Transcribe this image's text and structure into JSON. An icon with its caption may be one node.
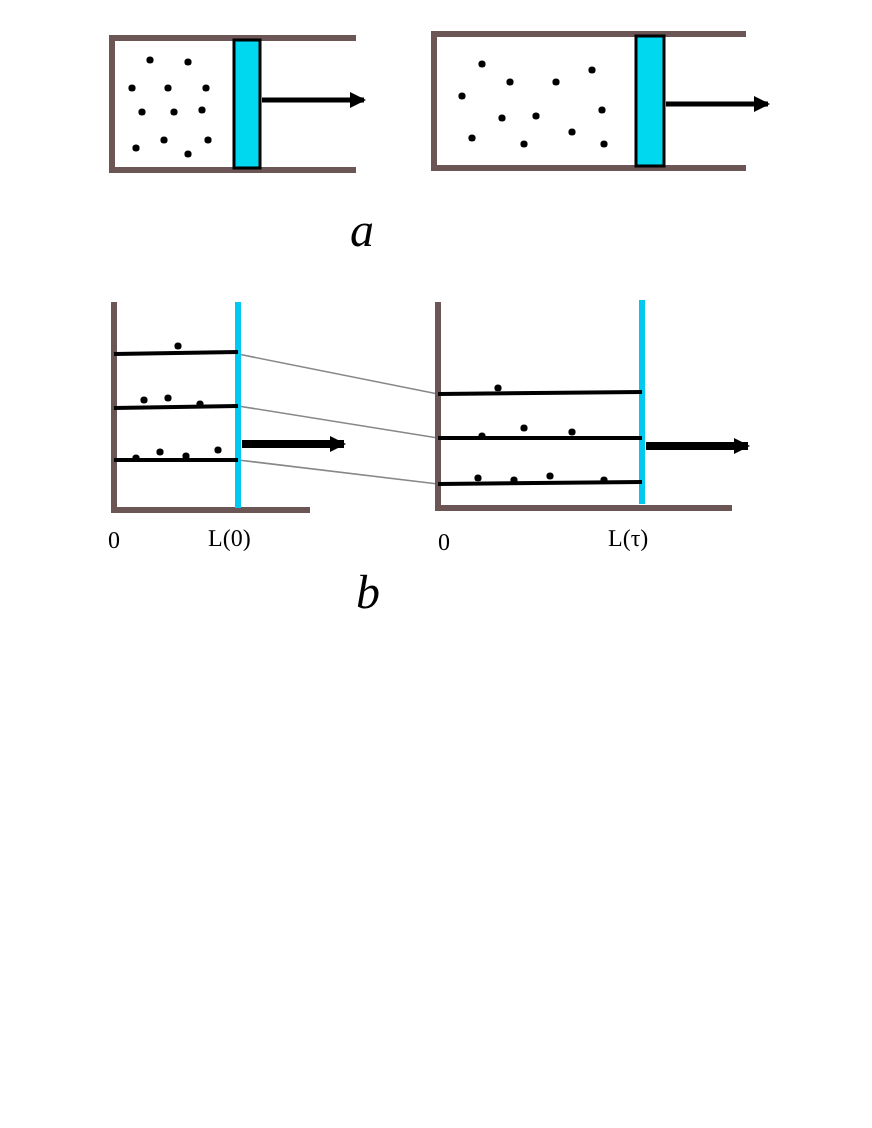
{
  "diagram": {
    "labels": [
      "a",
      "0",
      "L(0)",
      "0",
      "L(τ)",
      "b"
    ]
  }
}
